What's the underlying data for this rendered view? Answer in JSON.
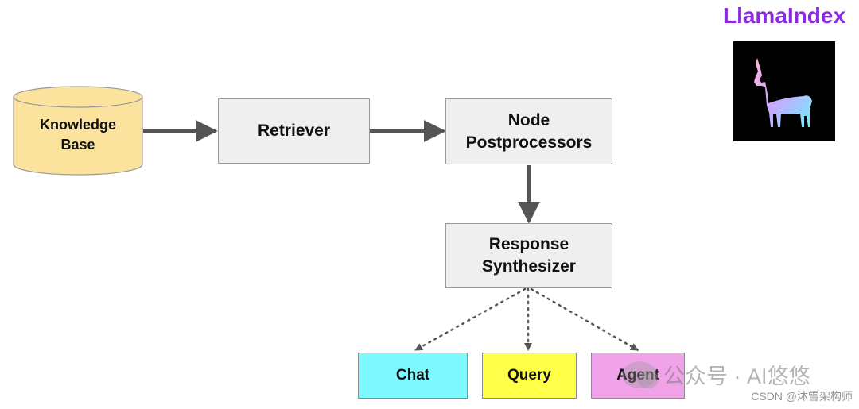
{
  "diagram": {
    "knowledge_base": {
      "line1": "Knowledge",
      "line2": "Base"
    },
    "retriever": "Retriever",
    "node_postprocessors": {
      "line1": "Node",
      "line2": "Postprocessors"
    },
    "response_synthesizer": {
      "line1": "Response",
      "line2": "Synthesizer"
    },
    "outputs": [
      {
        "label": "Chat",
        "color": "#7ff9ff"
      },
      {
        "label": "Query",
        "color": "#ffff4a"
      },
      {
        "label": "Agent",
        "color": "#f0a3e8"
      }
    ]
  },
  "brand": {
    "title": "LlamaIndex",
    "color": "#8a2be2"
  },
  "watermark": {
    "text": "公众号 · AI悠悠",
    "icon": "wechat-icon"
  },
  "footer": {
    "csdn": "CSDN @沐雪架构师"
  }
}
